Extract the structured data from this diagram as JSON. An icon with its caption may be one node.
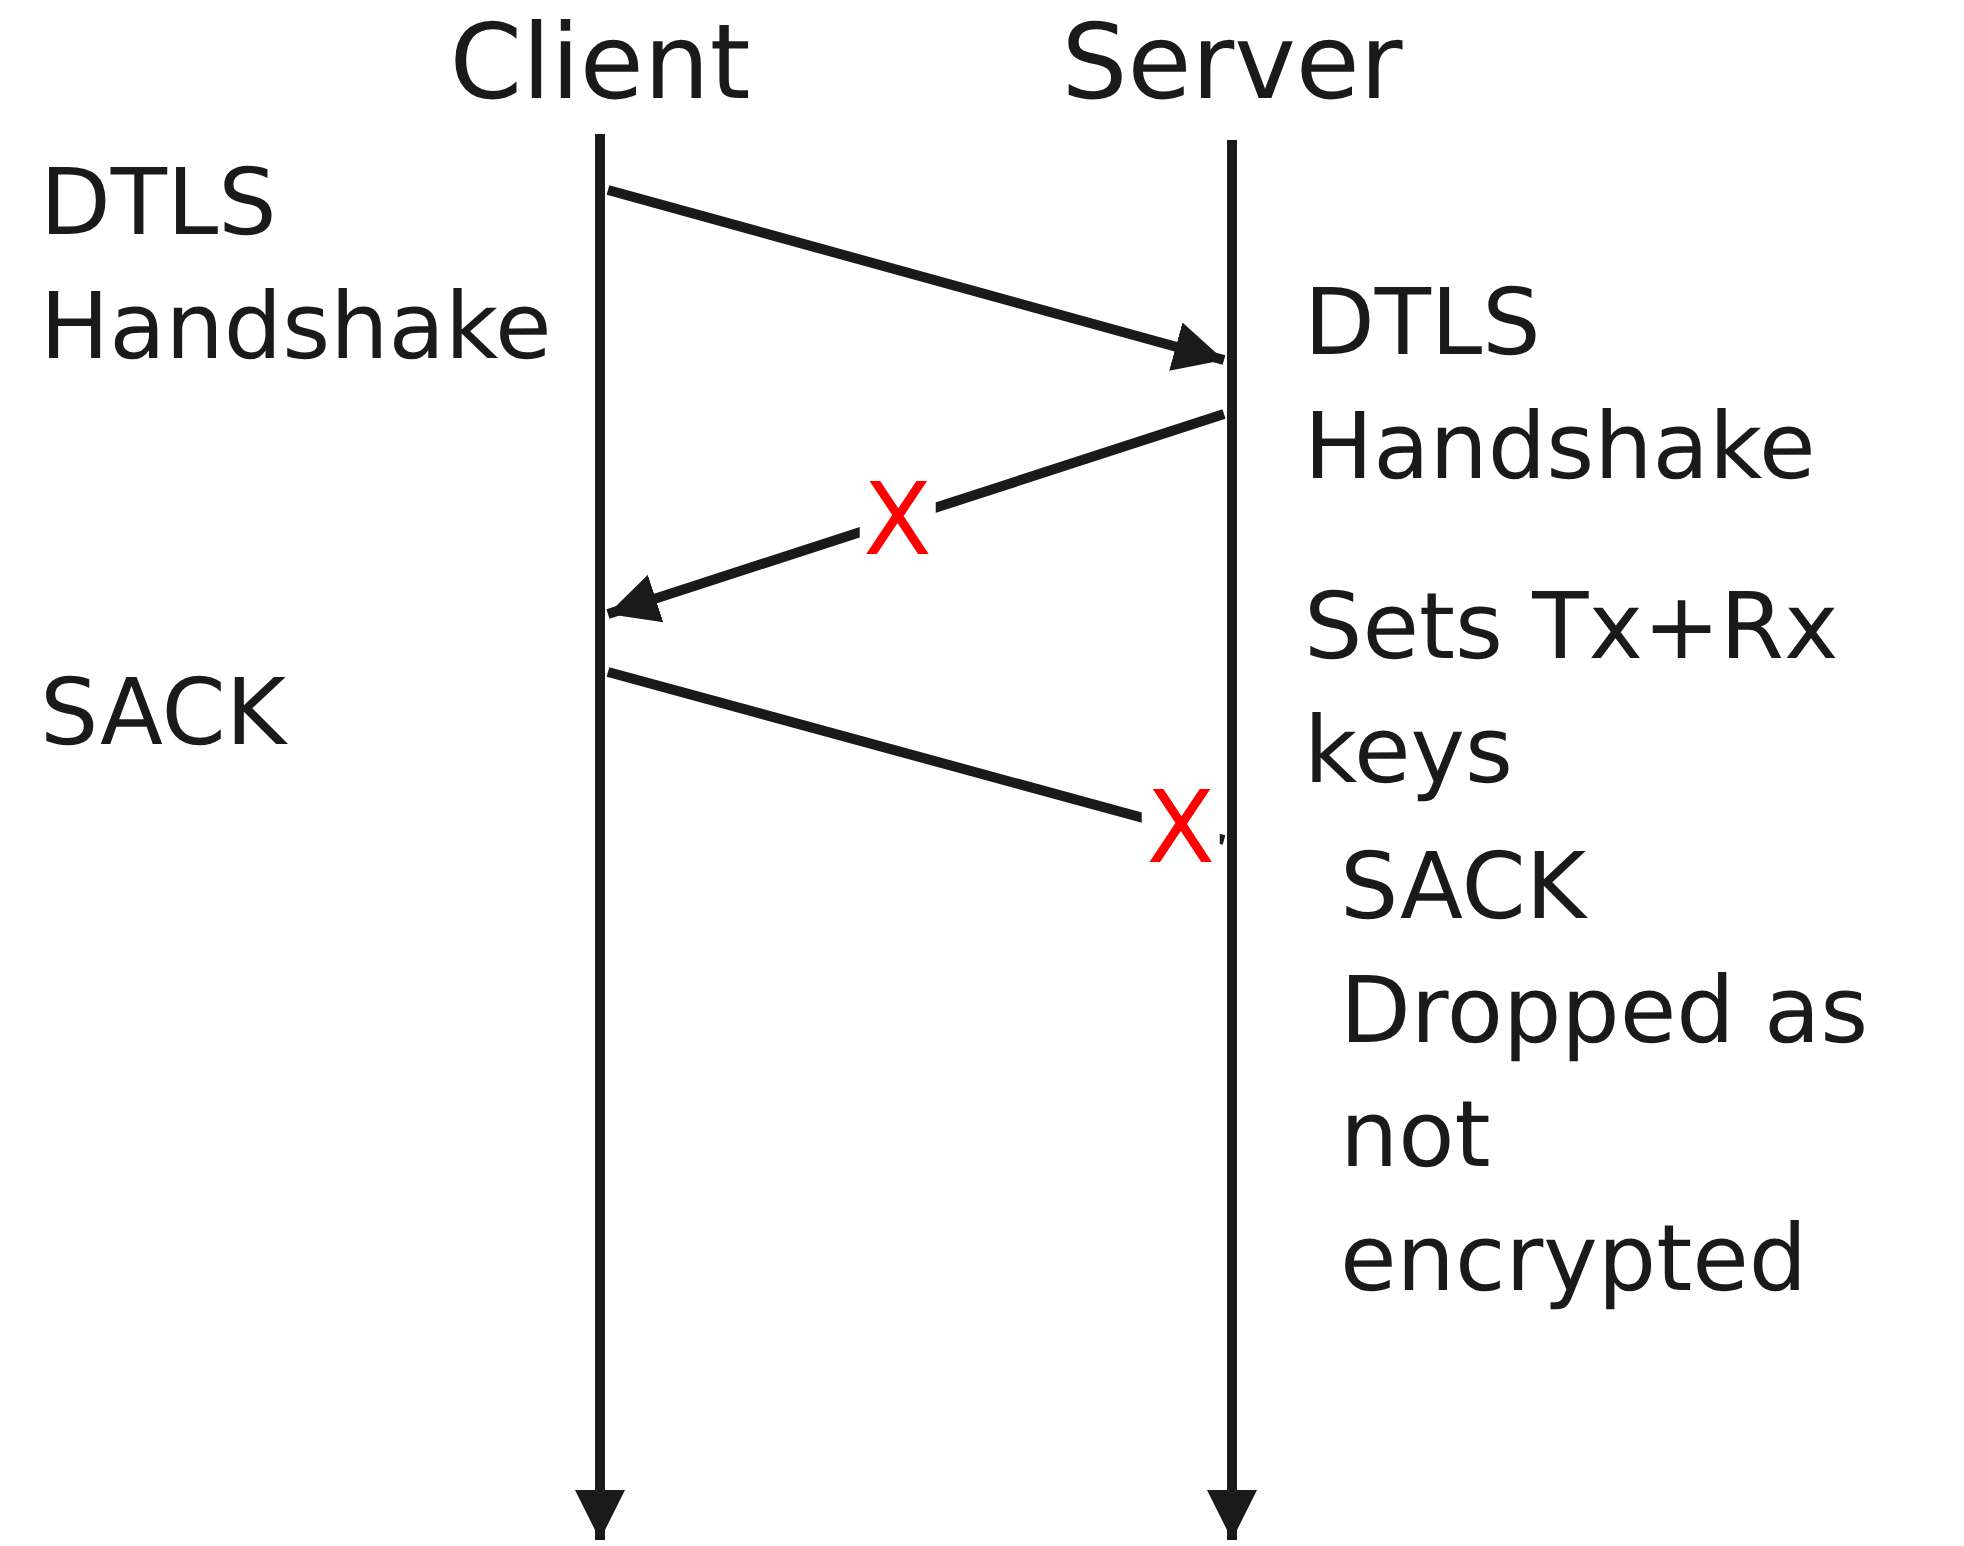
{
  "diagram": {
    "nodes": [
      {
        "text": [
          "Client"
        ]
      },
      {
        "text": [
          "Server"
        ]
      }
    ],
    "edges": [
      {
        "from": 0,
        "to": 1,
        "arrow": "to"
      },
      {
        "from": 1,
        "to": 0,
        "arrow": "to",
        "label": "X"
      },
      {
        "from": 0,
        "to": 1,
        "arrow": "to",
        "label": "X"
      }
    ],
    "labels": [
      "DTLS Handshake",
      "DTLS Handshake",
      "Sets Tx+Rx keys",
      "SACK",
      "SACK Dropped as not encrypted"
    ]
  }
}
